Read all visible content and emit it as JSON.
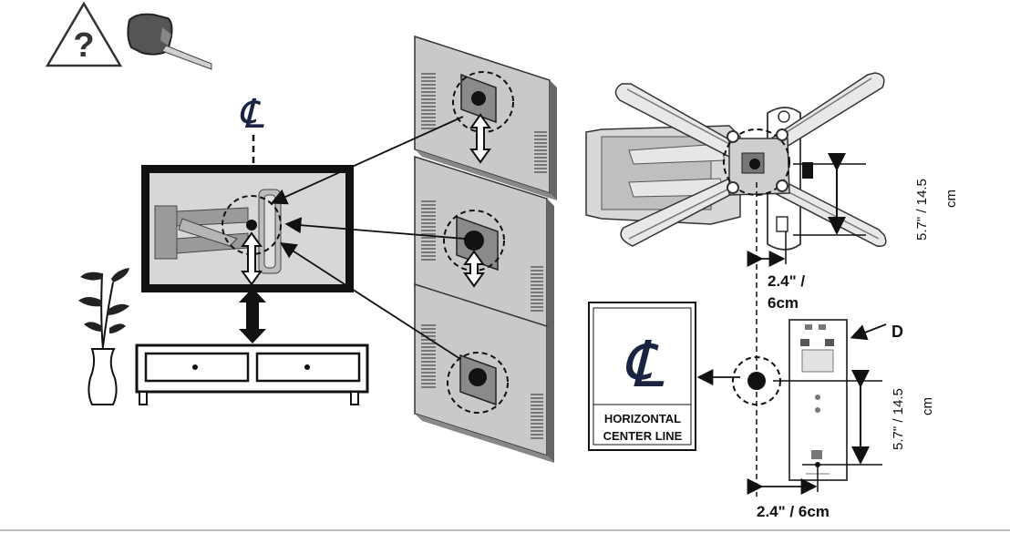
{
  "labels": {
    "cl_symbol": "CL",
    "horizontal_center_line_1": "HORIZONTAL",
    "horizontal_center_line_2": "CENTER LINE",
    "part_letter": "D",
    "top_vertical_dim": "5.7\" / 14.5",
    "top_vertical_unit": "cm",
    "top_horizontal_dim_1": "2.4\" /",
    "top_horizontal_dim_2": "6cm",
    "bottom_vertical_dim": "5.7\" / 14.5",
    "bottom_vertical_unit": "cm",
    "bottom_horizontal_dim": "2.4\" / 6cm"
  },
  "icons": [
    "warning-question-icon",
    "tape-measure-icon",
    "plant-icon",
    "tv-stand-icon"
  ],
  "colors": {
    "line": "#111111",
    "panel": "#c9c9c9",
    "panel_dark": "#8a8a8a",
    "cl_ink": "#1a2340"
  }
}
